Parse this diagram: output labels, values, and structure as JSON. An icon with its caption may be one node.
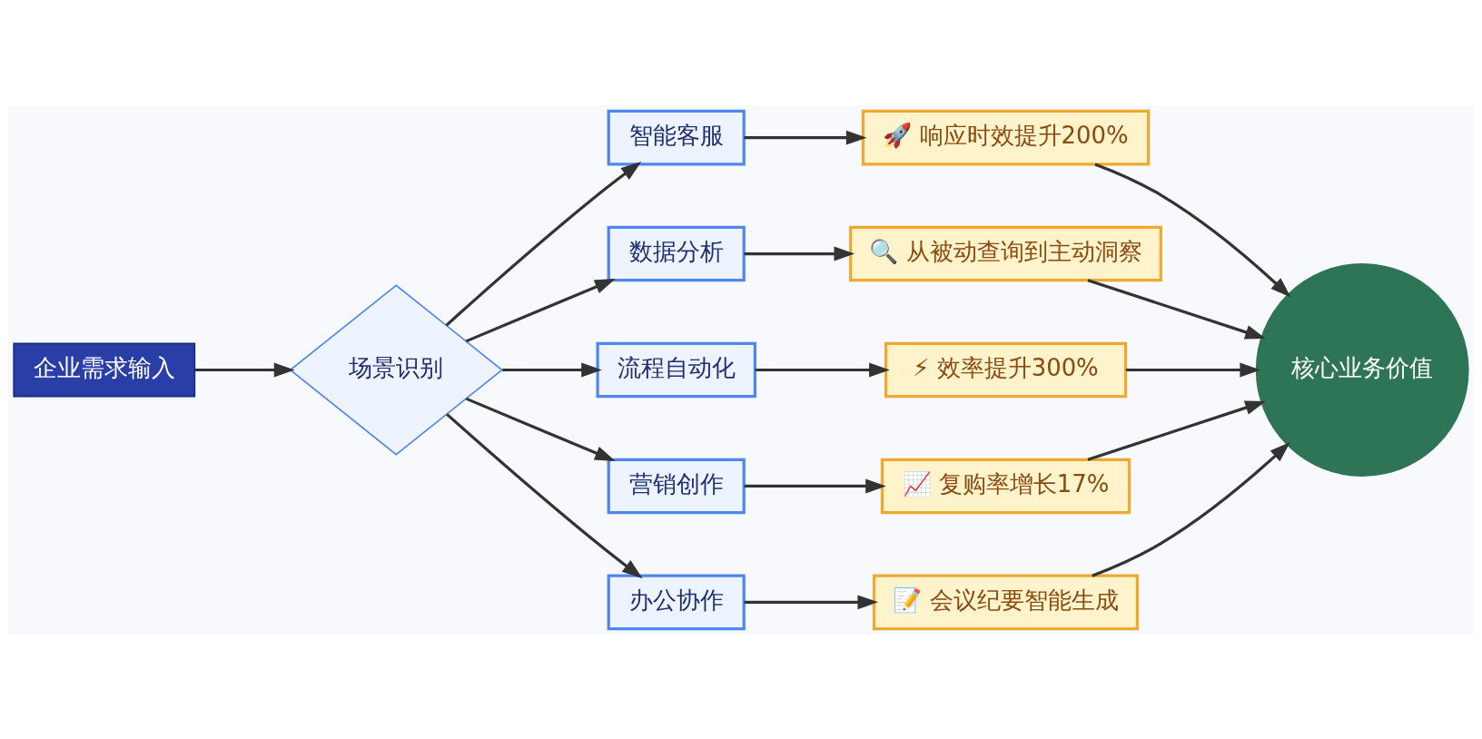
{
  "diagram": {
    "nodes": [
      {
        "text": [
          "企业需求输入"
        ]
      },
      {
        "text": [
          "场景识别"
        ]
      },
      {
        "text": [
          "智能客服"
        ]
      },
      {
        "text": [
          "数据分析"
        ]
      },
      {
        "text": [
          "流程自动化"
        ]
      },
      {
        "text": [
          "营销创作"
        ]
      },
      {
        "text": [
          "办公协作"
        ]
      },
      {
        "text": [
          "🚀 响应时效提升200%"
        ]
      },
      {
        "text": [
          "🔍 从被动查询到主动洞察"
        ]
      },
      {
        "text": [
          "⚡ 效率提升300%"
        ]
      },
      {
        "text": [
          "📈 复购率增长17%"
        ]
      },
      {
        "text": [
          "📝 会议纪要智能生成"
        ]
      },
      {
        "text": [
          "核心业务价值"
        ]
      }
    ],
    "edges": [
      {
        "from": 0,
        "to": 1,
        "arrow": "to"
      },
      {
        "from": 1,
        "to": 2,
        "arrow": "to"
      },
      {
        "from": 1,
        "to": 3,
        "arrow": "to"
      },
      {
        "from": 1,
        "to": 4,
        "arrow": "to"
      },
      {
        "from": 1,
        "to": 5,
        "arrow": "to"
      },
      {
        "from": 1,
        "to": 6,
        "arrow": "to"
      },
      {
        "from": 2,
        "to": 7,
        "arrow": "to"
      },
      {
        "from": 3,
        "to": 8,
        "arrow": "to"
      },
      {
        "from": 4,
        "to": 9,
        "arrow": "to"
      },
      {
        "from": 5,
        "to": 10,
        "arrow": "to"
      },
      {
        "from": 6,
        "to": 11,
        "arrow": "to"
      },
      {
        "from": 7,
        "to": 12,
        "arrow": "to"
      },
      {
        "from": 8,
        "to": 12,
        "arrow": "to"
      },
      {
        "from": 9,
        "to": 12,
        "arrow": "to"
      },
      {
        "from": 10,
        "to": 12,
        "arrow": "to"
      },
      {
        "from": 11,
        "to": 12,
        "arrow": "to"
      }
    ]
  }
}
